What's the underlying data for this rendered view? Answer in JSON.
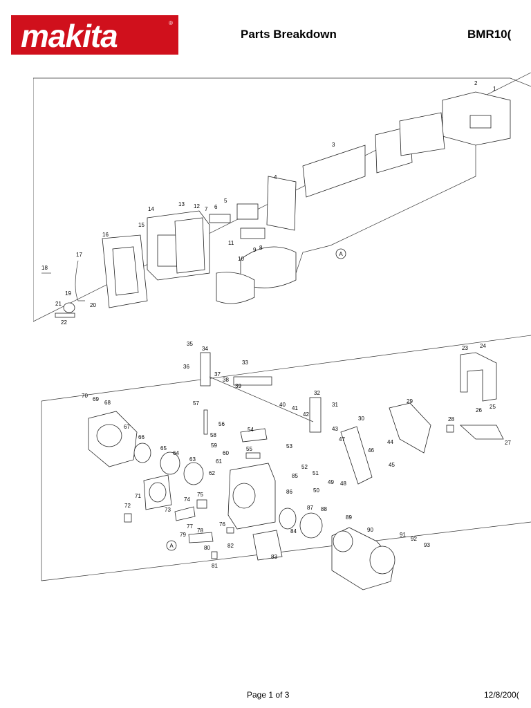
{
  "header": {
    "brand": "makita",
    "title": "Parts Breakdown",
    "model": "BMR10("
  },
  "diagram": {
    "callouts": [
      "1",
      "2",
      "3",
      "4",
      "5",
      "6",
      "7",
      "8",
      "9",
      "10",
      "11",
      "12",
      "13",
      "14",
      "15",
      "16",
      "17",
      "18",
      "19",
      "20",
      "21",
      "22",
      "23",
      "24",
      "25",
      "26",
      "27",
      "28",
      "29",
      "30",
      "31",
      "32",
      "33",
      "34",
      "35",
      "36",
      "37",
      "38",
      "39",
      "40",
      "41",
      "42",
      "43",
      "44",
      "45",
      "46",
      "47",
      "48",
      "49",
      "50",
      "51",
      "52",
      "53",
      "54",
      "55",
      "56",
      "57",
      "58",
      "59",
      "60",
      "61",
      "62",
      "63",
      "64",
      "65",
      "66",
      "67",
      "68",
      "69",
      "70",
      "71",
      "72",
      "73",
      "74",
      "75",
      "76",
      "77",
      "78",
      "79",
      "80",
      "81",
      "82",
      "83",
      "84",
      "85",
      "86",
      "87",
      "88",
      "89",
      "90",
      "91",
      "92",
      "93"
    ],
    "reference_marks": [
      "A",
      "A"
    ]
  },
  "footer": {
    "page": "Page 1 of 3",
    "date": "12/8/200("
  }
}
